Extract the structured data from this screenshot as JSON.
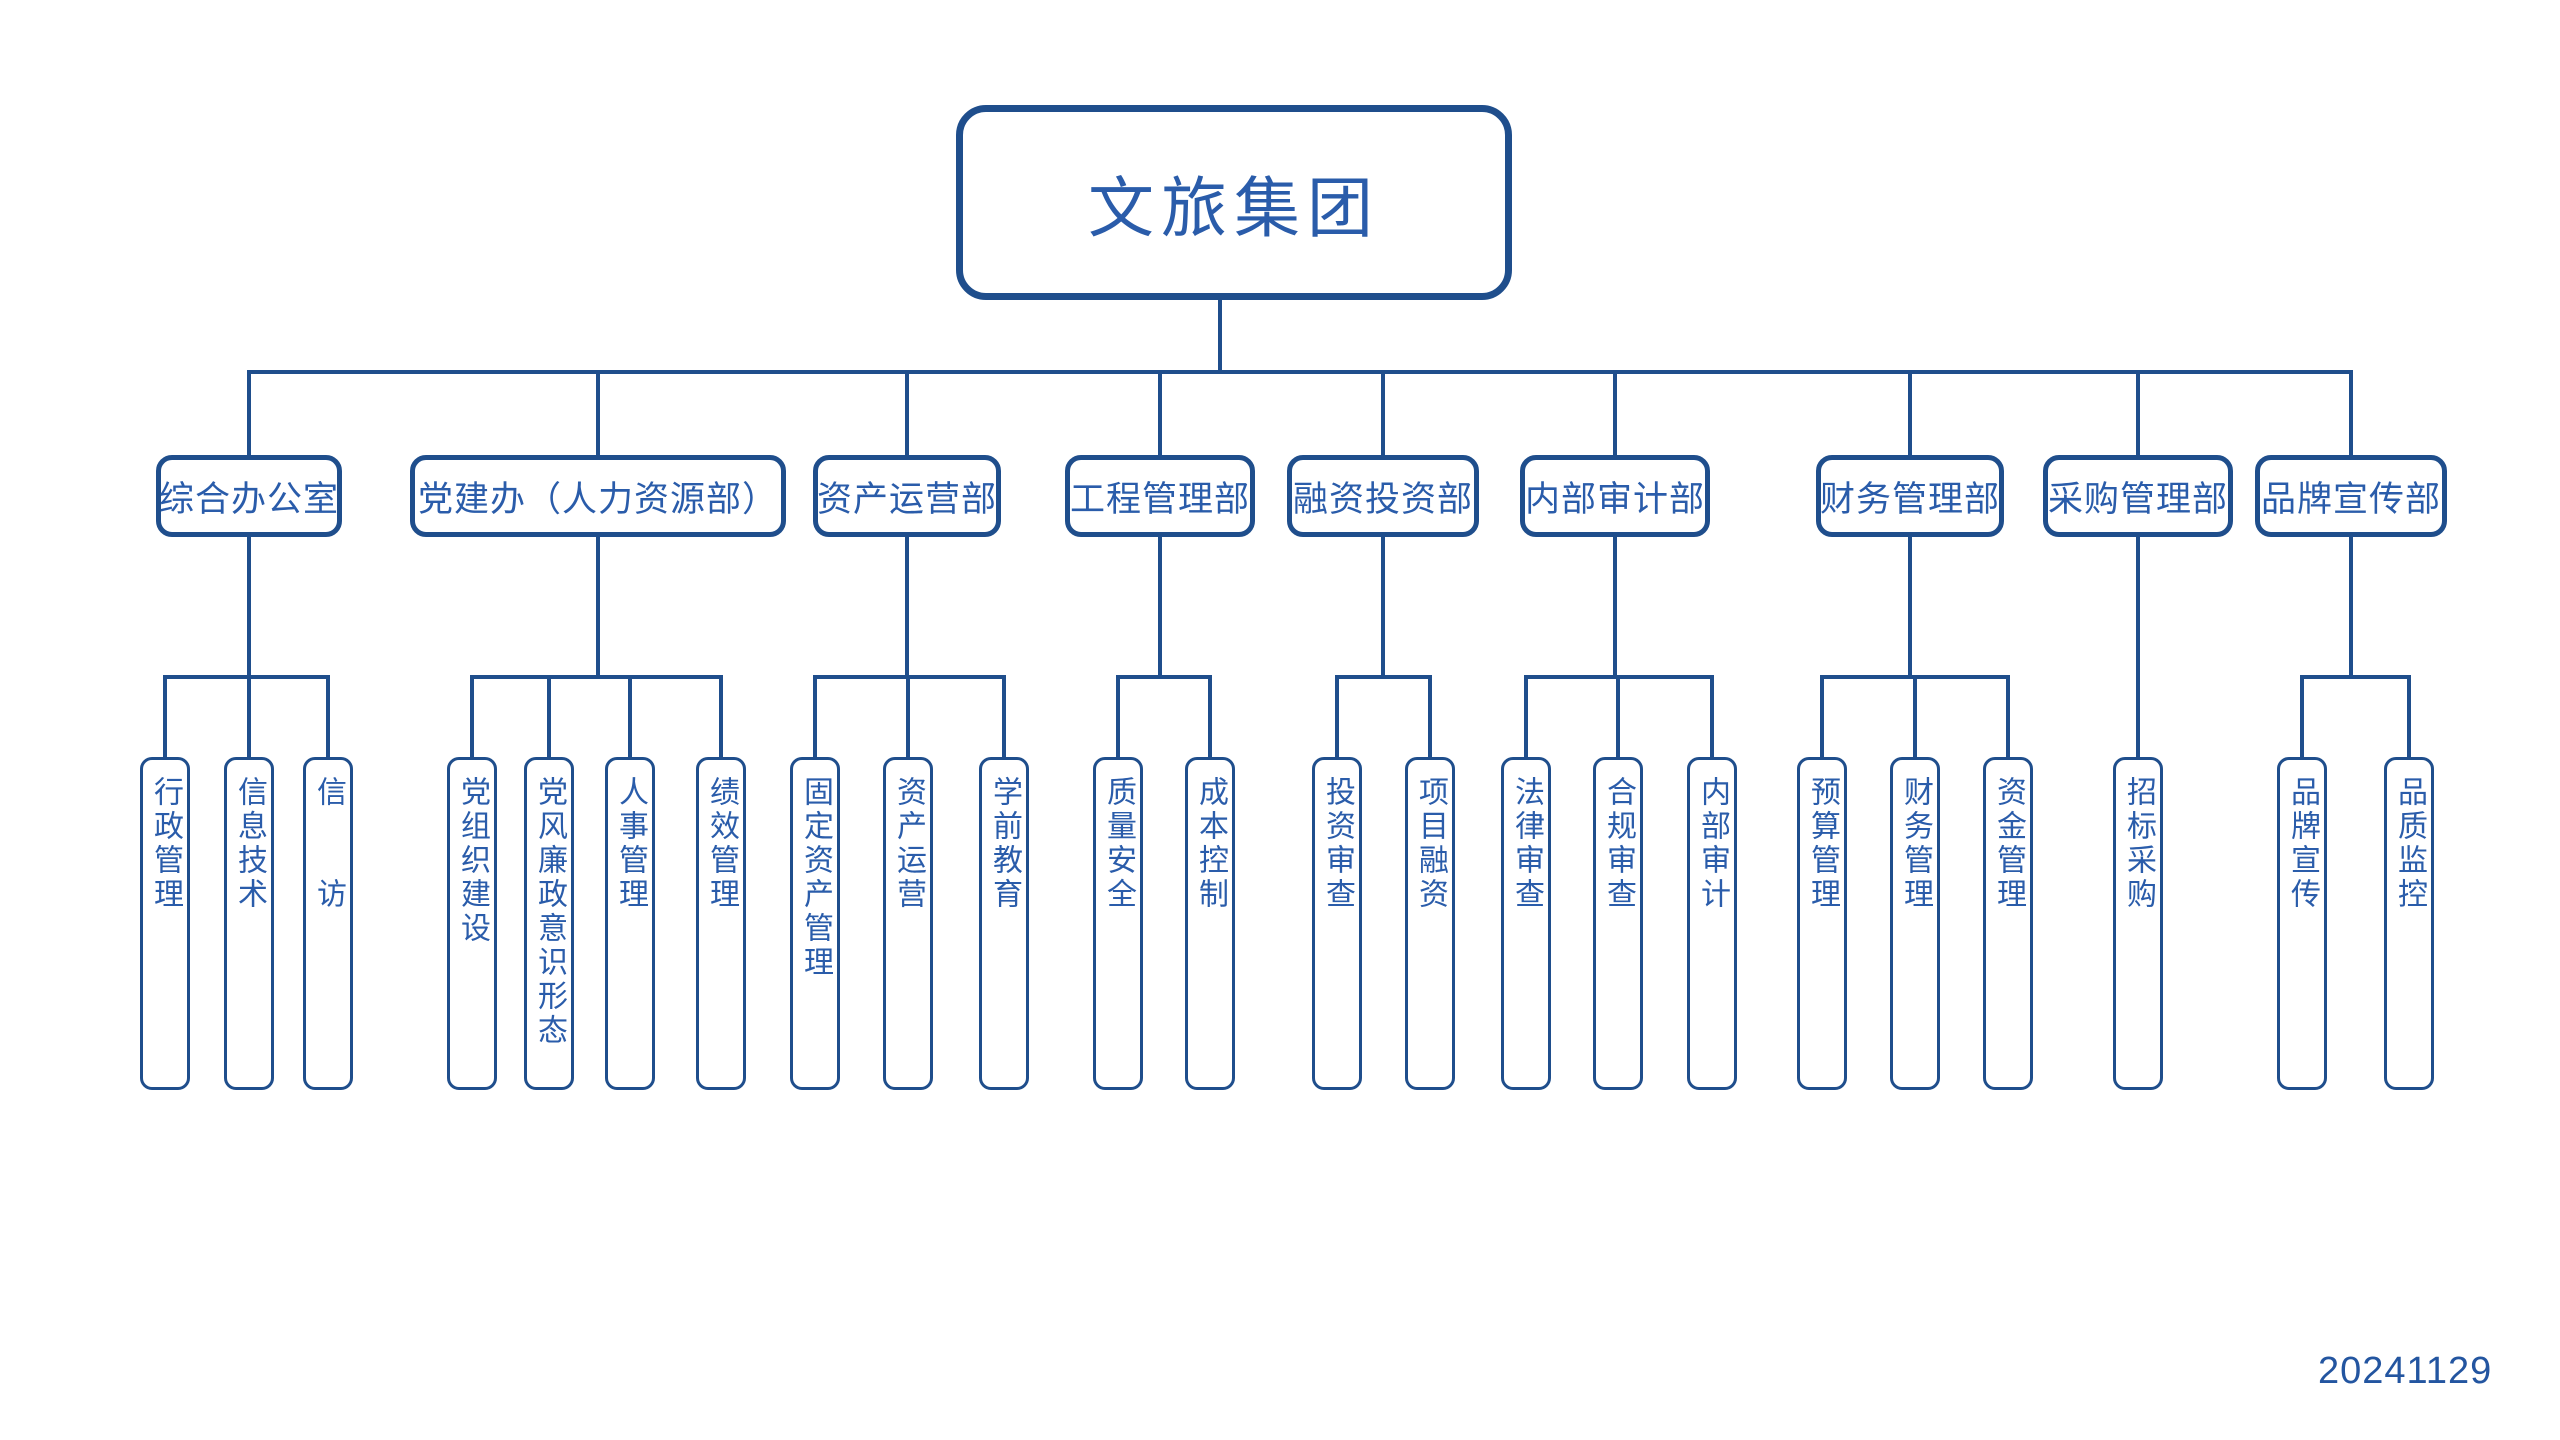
{
  "title": {
    "label": "文旅集团"
  },
  "date": "20241129",
  "colors": {
    "line": "#1f4e8c",
    "text": "#2a5caa",
    "background": "#ffffff"
  },
  "departments": [
    {
      "label": "综合办公室",
      "children": [
        "行政管理",
        "信息技术",
        "信　　访"
      ]
    },
    {
      "label": "党建办（人力资源部）",
      "children": [
        "党组织建设",
        "党风廉政意识形态",
        "人事管理",
        "绩效管理"
      ]
    },
    {
      "label": "资产运营部",
      "children": [
        "固定资产管理",
        "资产运营",
        "学前教育"
      ]
    },
    {
      "label": "工程管理部",
      "children": [
        "质量安全",
        "成本控制"
      ]
    },
    {
      "label": "融资投资部",
      "children": [
        "投资审查",
        "项目融资"
      ]
    },
    {
      "label": "内部审计部",
      "children": [
        "法律审查",
        "合规审查",
        "内部审计"
      ]
    },
    {
      "label": "财务管理部",
      "children": [
        "预算管理",
        "财务管理",
        "资金管理"
      ]
    },
    {
      "label": "采购管理部",
      "children": [
        "招标采购"
      ]
    },
    {
      "label": "品牌宣传部",
      "children": [
        "品牌宣传",
        "品质监控"
      ]
    }
  ]
}
